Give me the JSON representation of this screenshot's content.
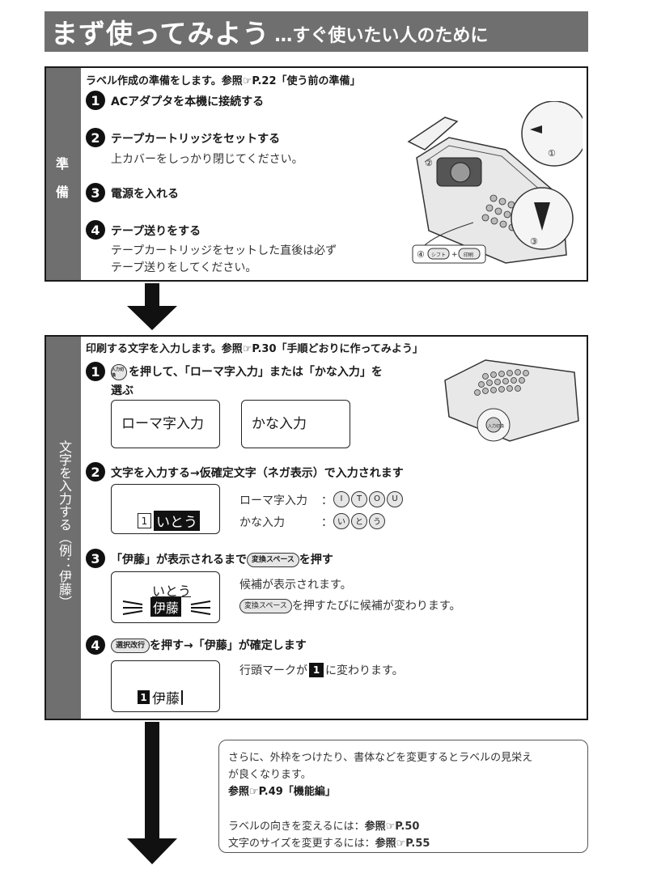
{
  "banner": {
    "title": "まず使ってみよう",
    "subtitle": "…すぐ使いたい人のために"
  },
  "prep": {
    "side_label_1": "準",
    "side_label_2": "備",
    "header": "ラベル作成の準備をします。参照☞P.22「使う前の準備」",
    "steps": [
      {
        "num": "1",
        "title": "ACアダプタを本機に接続する"
      },
      {
        "num": "2",
        "title": "テープカートリッジをセットする",
        "desc": "上カバーをしっかり閉じてください。"
      },
      {
        "num": "3",
        "title": "電源を入れる"
      },
      {
        "num": "4",
        "title": "テープ送りをする",
        "desc1": "テープカートリッジをセットした直後は必ず",
        "desc2": "テープ送りをしてください。"
      }
    ],
    "figure": {
      "callout1": "①",
      "callout2": "②",
      "callout3": "③",
      "callout4": "④",
      "key_shift": "シフト",
      "plus": "+",
      "key_feed": "印刷"
    }
  },
  "input": {
    "side_label": "文字を入力する（例：伊藤）",
    "header": "印刷する文字を入力します。参照☞P.30「手順どおりに作ってみよう」",
    "step1": {
      "num": "1",
      "key": "入力切換",
      "text_a": "を押して、「ローマ字入力」または「かな入力」を",
      "text_b": "選ぶ",
      "lcd_roma": "ローマ字入力",
      "lcd_kana": "かな入力",
      "fig_key": "入力切換"
    },
    "step2": {
      "num": "2",
      "title": "文字を入力する→仮確定文字（ネガ表示）で入力されます",
      "lcd_num": "1",
      "lcd_text": "いとう",
      "roma_label": "ローマ字入力",
      "colon": "：",
      "roma_keys": [
        "I",
        "T",
        "O",
        "U"
      ],
      "kana_label": "かな入力",
      "kana_keys": [
        "い",
        "と",
        "う"
      ]
    },
    "step3": {
      "num": "3",
      "text_a": "「伊藤」が表示されるまで",
      "key": "変換スペース",
      "text_b": "を押す",
      "lcd_top": "いとう",
      "lcd_bottom": "伊藤",
      "desc1": "候補が表示されます。",
      "desc2_key": "変換スペース",
      "desc2": "を押すたびに候補が変わります。"
    },
    "step4": {
      "num": "4",
      "key": "選択改行",
      "text": "を押す→「伊藤」が確定します",
      "desc_a": "行頭マークが",
      "desc_num": "1",
      "desc_b": "に変わります。",
      "lcd_num": "1",
      "lcd_text": "伊藤"
    }
  },
  "note": {
    "line1": "さらに、外枠をつけたり、書体などを変更するとラベルの見栄え",
    "line2": "が良くなります。",
    "ref1": "参照☞P.49「機能編」",
    "line3a": "ラベルの向きを変えるには：",
    "line3b": "参照☞P.50",
    "line4a": "文字のサイズを変更するには：",
    "line4b": "参照☞P.55"
  }
}
